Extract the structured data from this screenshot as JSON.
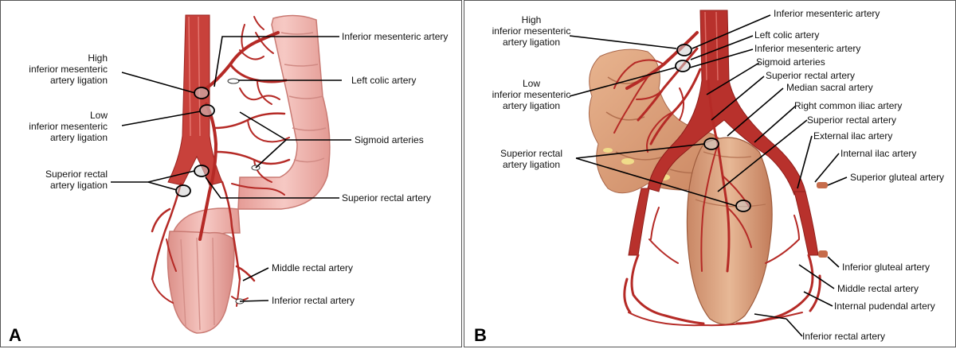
{
  "panel_a": {
    "letter": "A",
    "labels": {
      "inferior_mesenteric_artery": "Inferior mesenteric artery",
      "left_colic_artery": "Left colic artery",
      "sigmoid_arteries": "Sigmoid arteries",
      "superior_rectal_artery": "Superior rectal artery",
      "middle_rectal_artery": "Middle rectal artery",
      "inferior_rectal_artery": "Inferior rectal artery",
      "high_ligation": [
        "High",
        "inferior mesenteric",
        "artery ligation"
      ],
      "low_ligation": [
        "Low",
        "inferior mesenteric",
        "artery ligation"
      ],
      "superior_rectal_ligation": [
        "Superior rectal",
        "artery ligation"
      ]
    }
  },
  "panel_b": {
    "letter": "B",
    "labels": {
      "inferior_mesenteric_artery_top": "Inferior mesenteric artery",
      "left_colic_artery": "Left colic artery",
      "inferior_mesenteric_artery": "Inferior mesenteric artery",
      "sigmoid_arteries": "Sigmoid arteries",
      "superior_rectal_artery_top": "Superior rectal artery",
      "median_sacral_artery": "Median sacral artery",
      "right_common_iliac_artery": "Right common iliac artery",
      "superior_rectal_artery": "Superior rectal artery",
      "external_ilac_artery": "External ilac artery",
      "internal_ilac_artery": "Internal ilac artery",
      "superior_gluteal_artery": "Superior gluteal artery",
      "inferior_gluteal_artery": "Inferior gluteal artery",
      "middle_rectal_artery": "Middle rectal artery",
      "internal_pudendal_artery": "Internal pudendal artery",
      "inferior_rectal_artery": "Inferior rectal artery",
      "high_ligation": [
        "High",
        "inferior mesenteric",
        "artery ligation"
      ],
      "low_ligation": [
        "Low",
        "inferior mesenteric",
        "artery ligation"
      ],
      "superior_rectal_ligation": [
        "Superior rectal",
        "artery ligation"
      ]
    }
  },
  "colors": {
    "artery": "#b52a26",
    "colon": "#f1b7b2",
    "colon_shade": "#d98e88",
    "rectum_b": "#dca383",
    "bowel_b": "#e0a57e"
  }
}
